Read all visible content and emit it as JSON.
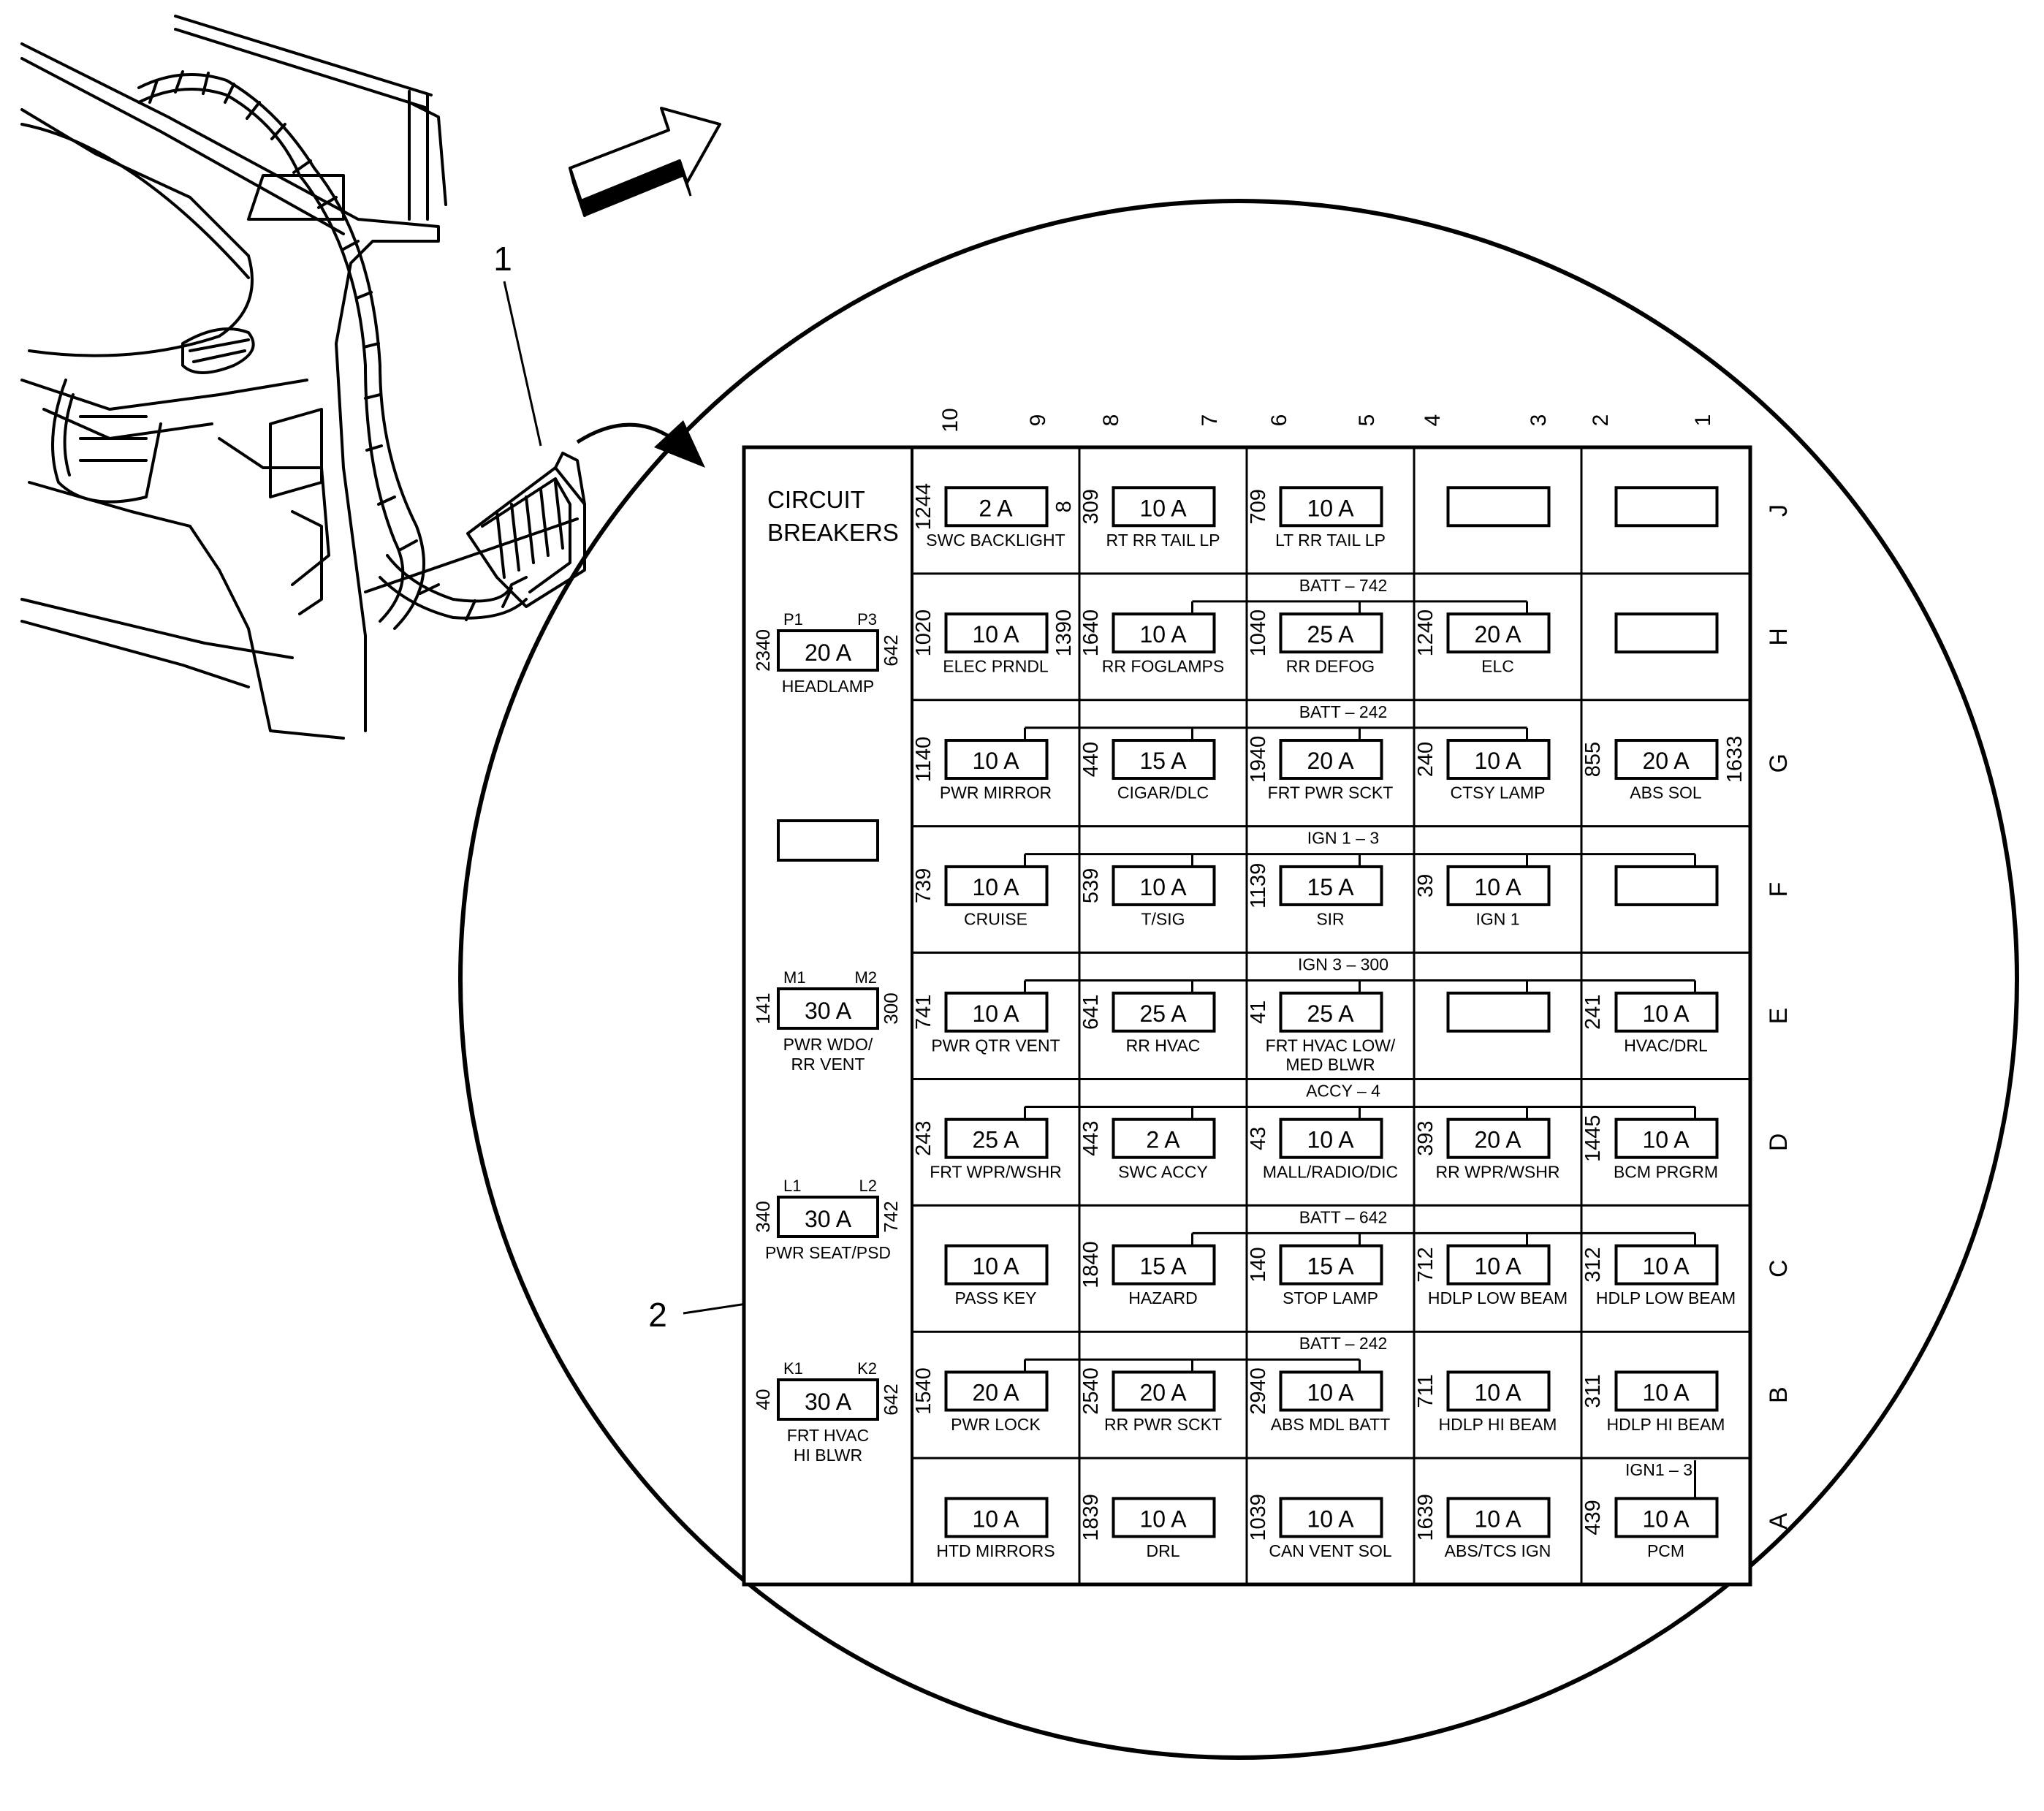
{
  "callouts": {
    "item1": "1",
    "item2": "2"
  },
  "column_numbers": [
    "10",
    "9",
    "8",
    "7",
    "6",
    "5",
    "4",
    "3",
    "2",
    "1"
  ],
  "row_letters": [
    "J",
    "H",
    "G",
    "F",
    "E",
    "D",
    "C",
    "B",
    "A"
  ],
  "circuit_breakers": {
    "title_line1": "CIRCUIT",
    "title_line2": "BREAKERS",
    "items": [
      {
        "rating": "20 A",
        "left_num": "2340",
        "right_num": "642",
        "left_term": "P1",
        "right_term": "P3",
        "label1": "HEADLAMP",
        "label2": ""
      },
      {
        "rating": "",
        "left_num": "",
        "right_num": "",
        "left_term": "",
        "right_term": "",
        "label1": "",
        "label2": ""
      },
      {
        "rating": "30 A",
        "left_num": "141",
        "right_num": "300",
        "left_term": "M1",
        "right_term": "M2",
        "label1": "PWR WDO/",
        "label2": "RR VENT"
      },
      {
        "rating": "30 A",
        "left_num": "340",
        "right_num": "742",
        "left_term": "L1",
        "right_term": "L2",
        "label1": "PWR SEAT/PSD",
        "label2": ""
      },
      {
        "rating": "30 A",
        "left_num": "40",
        "right_num": "642",
        "left_term": "K1",
        "right_term": "K2",
        "label1": "FRT HVAC",
        "label2": "HI BLWR"
      }
    ]
  },
  "bus_labels": [
    {
      "row": 1,
      "text": "BATT – 742"
    },
    {
      "row": 2,
      "text": "BATT – 242"
    },
    {
      "row": 3,
      "text": "IGN 1 – 3"
    },
    {
      "row": 4,
      "text": "IGN 3 – 300"
    },
    {
      "row": 5,
      "text": "ACCY – 4"
    },
    {
      "row": 6,
      "text": "BATT – 642"
    },
    {
      "row": 7,
      "text": "BATT – 242"
    }
  ],
  "bus_label_pcm": "IGN1 – 3",
  "fuse_rows": [
    {
      "row": "J",
      "cells": [
        {
          "rating": "2 A",
          "num": "1244",
          "right_num": "8",
          "label1": "SWC BACKLIGHT",
          "label2": ""
        },
        {
          "rating": "10 A",
          "num": "309",
          "right_num": "",
          "label1": "RT RR TAIL LP",
          "label2": ""
        },
        {
          "rating": "10 A",
          "num": "709",
          "right_num": "",
          "label1": "LT RR TAIL LP",
          "label2": ""
        },
        {
          "rating": "",
          "num": "",
          "right_num": "",
          "label1": "",
          "label2": ""
        },
        {
          "rating": "",
          "num": "",
          "right_num": "",
          "label1": "",
          "label2": ""
        }
      ]
    },
    {
      "row": "H",
      "cells": [
        {
          "rating": "10 A",
          "num": "1020",
          "right_num": "1390",
          "label1": "ELEC PRNDL",
          "label2": ""
        },
        {
          "rating": "10 A",
          "num": "1640",
          "right_num": "",
          "label1": "RR FOGLAMPS",
          "label2": ""
        },
        {
          "rating": "25 A",
          "num": "1040",
          "right_num": "",
          "label1": "RR DEFOG",
          "label2": ""
        },
        {
          "rating": "20 A",
          "num": "1240",
          "right_num": "",
          "label1": "ELC",
          "label2": ""
        },
        {
          "rating": "",
          "num": "",
          "right_num": "",
          "label1": "",
          "label2": ""
        }
      ]
    },
    {
      "row": "G",
      "cells": [
        {
          "rating": "10 A",
          "num": "1140",
          "right_num": "",
          "label1": "PWR MIRROR",
          "label2": ""
        },
        {
          "rating": "15 A",
          "num": "440",
          "right_num": "",
          "label1": "CIGAR/DLC",
          "label2": ""
        },
        {
          "rating": "20 A",
          "num": "1940",
          "right_num": "",
          "label1": "FRT PWR SCKT",
          "label2": ""
        },
        {
          "rating": "10 A",
          "num": "240",
          "right_num": "",
          "label1": "CTSY LAMP",
          "label2": ""
        },
        {
          "rating": "20 A",
          "num": "855",
          "right_num": "1633",
          "label1": "ABS SOL",
          "label2": ""
        }
      ]
    },
    {
      "row": "F",
      "cells": [
        {
          "rating": "10 A",
          "num": "739",
          "right_num": "",
          "label1": "CRUISE",
          "label2": ""
        },
        {
          "rating": "10 A",
          "num": "539",
          "right_num": "",
          "label1": "T/SIG",
          "label2": ""
        },
        {
          "rating": "15 A",
          "num": "1139",
          "right_num": "",
          "label1": "SIR",
          "label2": ""
        },
        {
          "rating": "10 A",
          "num": "39",
          "right_num": "",
          "label1": "IGN 1",
          "label2": ""
        },
        {
          "rating": "",
          "num": "",
          "right_num": "",
          "label1": "",
          "label2": ""
        }
      ]
    },
    {
      "row": "E",
      "cells": [
        {
          "rating": "10 A",
          "num": "741",
          "right_num": "",
          "label1": "PWR QTR VENT",
          "label2": ""
        },
        {
          "rating": "25 A",
          "num": "641",
          "right_num": "",
          "label1": "RR HVAC",
          "label2": ""
        },
        {
          "rating": "25 A",
          "num": "41",
          "right_num": "",
          "label1": "FRT HVAC LOW/",
          "label2": "MED BLWR"
        },
        {
          "rating": "",
          "num": "",
          "right_num": "",
          "label1": "",
          "label2": ""
        },
        {
          "rating": "10 A",
          "num": "241",
          "right_num": "",
          "label1": "HVAC/DRL",
          "label2": ""
        }
      ]
    },
    {
      "row": "D",
      "cells": [
        {
          "rating": "25 A",
          "num": "243",
          "right_num": "",
          "label1": "FRT WPR/WSHR",
          "label2": ""
        },
        {
          "rating": "2 A",
          "num": "443",
          "right_num": "",
          "label1": "SWC ACCY",
          "label2": ""
        },
        {
          "rating": "10 A",
          "num": "43",
          "right_num": "",
          "label1": "MALL/RADIO/DIC",
          "label2": ""
        },
        {
          "rating": "20 A",
          "num": "393",
          "right_num": "",
          "label1": "RR WPR/WSHR",
          "label2": ""
        },
        {
          "rating": "10 A",
          "num": "1445",
          "right_num": "",
          "label1": "BCM PRGRM",
          "label2": ""
        }
      ]
    },
    {
      "row": "C",
      "cells": [
        {
          "rating": "10 A",
          "num": "",
          "right_num": "",
          "label1": "PASS KEY",
          "label2": ""
        },
        {
          "rating": "15 A",
          "num": "1840",
          "right_num": "",
          "label1": "HAZARD",
          "label2": ""
        },
        {
          "rating": "15 A",
          "num": "140",
          "right_num": "",
          "label1": "STOP LAMP",
          "label2": ""
        },
        {
          "rating": "10 A",
          "num": "712",
          "right_num": "",
          "label1": "HDLP LOW BEAM",
          "label2": ""
        },
        {
          "rating": "10 A",
          "num": "312",
          "right_num": "",
          "label1": "HDLP LOW BEAM",
          "label2": ""
        }
      ]
    },
    {
      "row": "B",
      "cells": [
        {
          "rating": "20 A",
          "num": "1540",
          "right_num": "",
          "label1": "PWR LOCK",
          "label2": ""
        },
        {
          "rating": "20 A",
          "num": "2540",
          "right_num": "",
          "label1": "RR PWR SCKT",
          "label2": ""
        },
        {
          "rating": "10 A",
          "num": "2940",
          "right_num": "",
          "label1": "ABS MDL BATT",
          "label2": ""
        },
        {
          "rating": "10 A",
          "num": "711",
          "right_num": "",
          "label1": "HDLP HI BEAM",
          "label2": ""
        },
        {
          "rating": "10 A",
          "num": "311",
          "right_num": "",
          "label1": "HDLP HI BEAM",
          "label2": ""
        }
      ]
    },
    {
      "row": "A",
      "cells": [
        {
          "rating": "10 A",
          "num": "",
          "right_num": "",
          "label1": "HTD MIRRORS",
          "label2": ""
        },
        {
          "rating": "10 A",
          "num": "1839",
          "right_num": "",
          "label1": "DRL",
          "label2": ""
        },
        {
          "rating": "10 A",
          "num": "1039",
          "right_num": "",
          "label1": "CAN VENT SOL",
          "label2": ""
        },
        {
          "rating": "10 A",
          "num": "1639",
          "right_num": "",
          "label1": "ABS/TCS IGN",
          "label2": ""
        },
        {
          "rating": "10 A",
          "num": "439",
          "right_num": "",
          "label1": "PCM",
          "label2": ""
        }
      ]
    }
  ]
}
